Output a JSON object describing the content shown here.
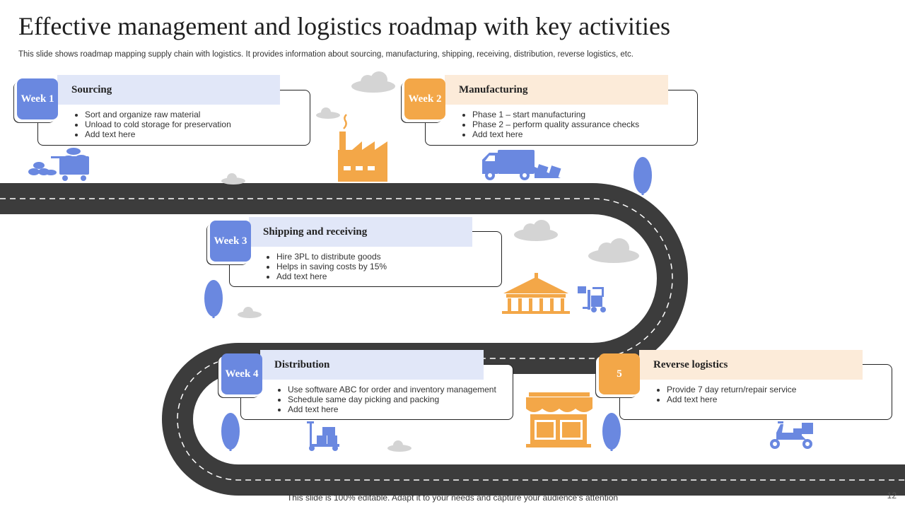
{
  "title": "Effective management and logistics roadmap with key activities",
  "subtitle": "This slide shows roadmap mapping supply chain with logistics. It provides information about sourcing, manufacturing, shipping, receiving, distribution, reverse logistics, etc.",
  "footer": "This slide is 100% editable. Adapt it to your needs and capture your audience’s attention",
  "page_number": "12",
  "colors": {
    "blue": "#6a88e0",
    "orange": "#f3a748",
    "road": "#3c3c3c",
    "cloud": "#d4d4d4"
  },
  "steps": [
    {
      "badge": "Week 1",
      "heading": "Sourcing",
      "items": [
        "Sort and organize raw material",
        "Unload to cold storage for preservation",
        "Add text here"
      ],
      "icon": "shopping-cart-icon"
    },
    {
      "badge": "Week 2",
      "heading": "Manufacturing",
      "items": [
        "Phase 1 – start manufacturing",
        "Phase 2 – perform quality assurance checks",
        "Add text here"
      ],
      "icon": "factory-icon"
    },
    {
      "badge": "Week 3",
      "heading": "Shipping  and receiving",
      "items": [
        "Hire 3PL to distribute goods",
        "Helps in saving costs by 15%",
        "Add text here"
      ],
      "icon": "warehouse-icon"
    },
    {
      "badge": "Week 4",
      "heading": "Distribution",
      "items": [
        "Use software ABC for order and inventory management",
        "Schedule same day picking and packing",
        "Add text here"
      ],
      "icon": "hand-truck-icon"
    },
    {
      "badge": "5",
      "heading": "Reverse logistics",
      "items": [
        "Provide 7 day return/repair service",
        "Add text here"
      ],
      "icon": "scooter-icon"
    }
  ]
}
